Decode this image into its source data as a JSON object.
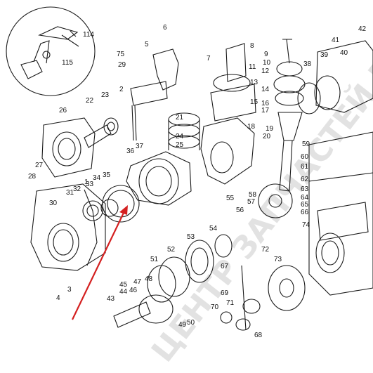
{
  "diagram": {
    "kind": "exploded-assembly",
    "ink_color": "#1a1a1a",
    "pointer_color": "#d42020",
    "watermark_color": "#e2e2e2",
    "watermark_text": "ЦЕНТР ЗАПЧАСТЕЙ МИНИТРАКТОР",
    "callouts": [
      "1",
      "2",
      "3",
      "4",
      "5",
      "6",
      "7",
      "8",
      "9",
      "10",
      "11",
      "12",
      "13",
      "14",
      "15",
      "16",
      "17",
      "18",
      "19",
      "20",
      "21",
      "22",
      "23",
      "24",
      "25",
      "26",
      "27",
      "28",
      "29",
      "30",
      "31",
      "32",
      "33",
      "34",
      "35",
      "36",
      "37",
      "38",
      "39",
      "40",
      "41",
      "42",
      "43",
      "44",
      "45",
      "46",
      "47",
      "48",
      "49",
      "50",
      "51",
      "52",
      "53",
      "54",
      "55",
      "56",
      "57",
      "58",
      "59",
      "60",
      "61",
      "62",
      "63",
      "64",
      "65",
      "66",
      "67",
      "68",
      "69",
      "70",
      "71",
      "72",
      "73",
      "74",
      "75",
      "114",
      "115"
    ]
  }
}
